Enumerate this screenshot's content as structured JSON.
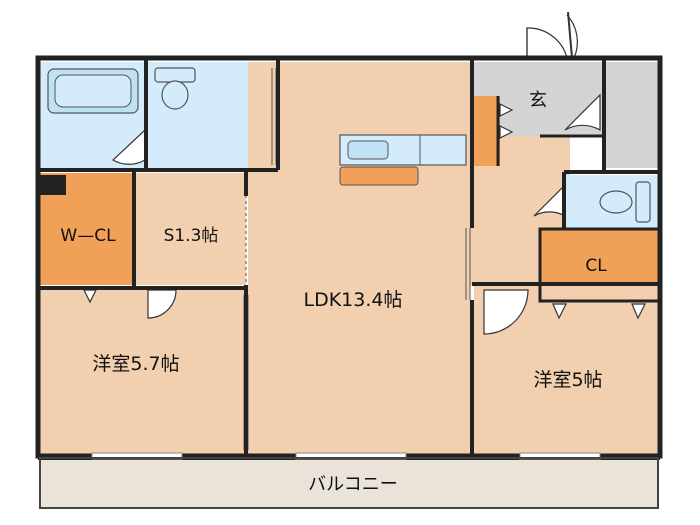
{
  "rooms": {
    "wcl": "W—CL",
    "storage": "S1.3帖",
    "ldk": "LDK13.4帖",
    "western_left": "洋室5.7帖",
    "western_right": "洋室5帖",
    "closet": "CL",
    "entrance": "玄",
    "balcony": "バルコニー"
  },
  "colors": {
    "floor": "#f2cfae",
    "wet_area": "#d3ebfa",
    "closet": "#f0a057",
    "entrance": "#d4d4d4",
    "balcony": "#e9e3da",
    "wall": "#222222"
  }
}
